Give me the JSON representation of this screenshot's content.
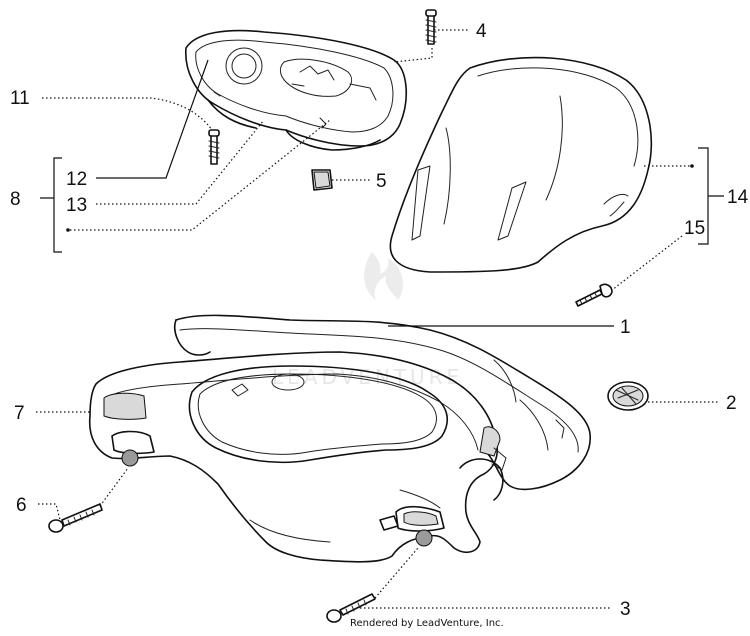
{
  "callouts": {
    "c1": "1",
    "c2": "2",
    "c3": "3",
    "c4": "4",
    "c5": "5",
    "c6": "6",
    "c7": "7",
    "c8": "8",
    "c11": "11",
    "c12": "12",
    "c13": "13",
    "c14": "14",
    "c15": "15"
  },
  "credit": "Rendered by LeadVenture, Inc.",
  "watermark": "LEADVENTURE"
}
